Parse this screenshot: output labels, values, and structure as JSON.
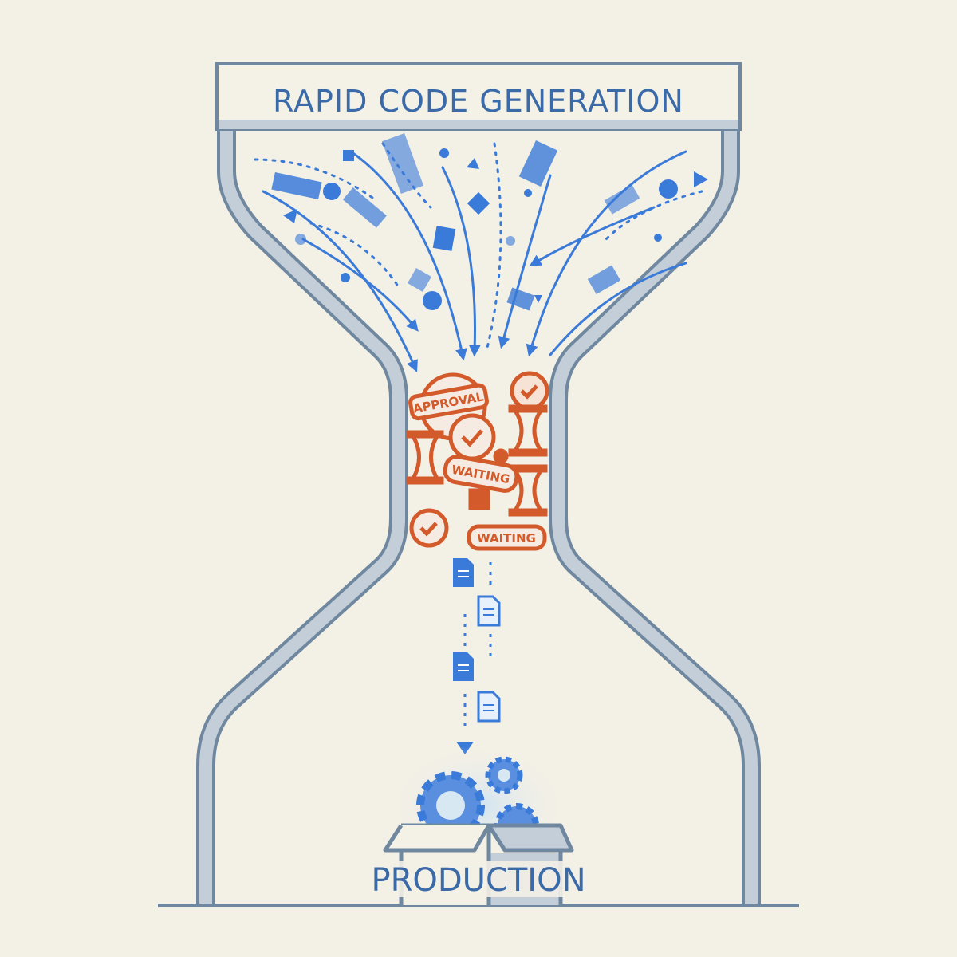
{
  "header": {
    "title": "RAPID CODE GENERATION"
  },
  "bottleneck": {
    "tags": [
      "APPROVAL",
      "WAITING",
      "WAITING"
    ]
  },
  "footer": {
    "label": "PRODUCTION"
  },
  "colors": {
    "background": "#f3f0e6",
    "glass": "#6f88a0",
    "glass_fill": "#c3ced8",
    "flow": "#3a7ad8",
    "bottleneck": "#d35a2a",
    "text": "#3a6aa8"
  }
}
